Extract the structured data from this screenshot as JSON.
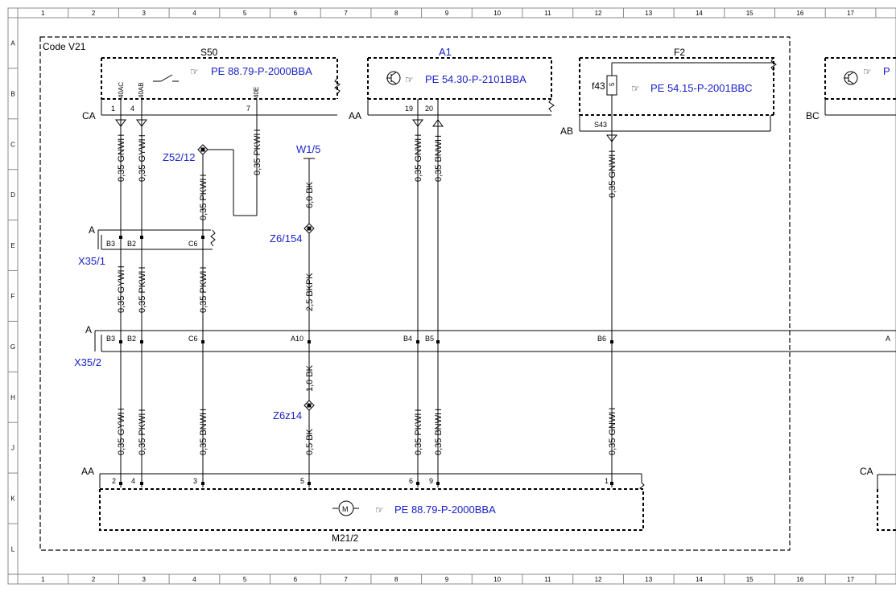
{
  "colors": {
    "line": "#000000",
    "ref": "#1a22c8",
    "frame": "#888888"
  },
  "grid": {
    "columns": [
      "1",
      "2",
      "3",
      "4",
      "5",
      "6",
      "7",
      "8",
      "9",
      "10",
      "11",
      "12",
      "13",
      "14",
      "15",
      "16",
      "17"
    ],
    "rows": [
      "A",
      "B",
      "C",
      "D",
      "E",
      "F",
      "G",
      "H",
      "J",
      "K",
      "L"
    ]
  },
  "code_label": "Code V21",
  "s50": {
    "name": "S50",
    "ref": "PE 88.79-P-2000BBA",
    "pins": [
      "1",
      "4",
      "7"
    ],
    "pin_tags": [
      "40AC",
      "40AB",
      "40E"
    ]
  },
  "a1": {
    "name": "A1",
    "ref": "PE 54.30-P-2101BBA",
    "pins": [
      "19",
      "20"
    ]
  },
  "f2": {
    "name": "F2",
    "ref": "PE 54.15-P-2001BBC",
    "fuse": "f43",
    "fuse_value": "5",
    "pin": "S43"
  },
  "right_box": {
    "ref": "P"
  },
  "m21": {
    "name": "M21/2",
    "ref": "PE 88.79-P-2000BBA",
    "pins": [
      "2",
      "4",
      "3",
      "5",
      "6",
      "9",
      "1"
    ]
  },
  "side_labels": {
    "ca": "CA",
    "aa": "AA",
    "ab": "AB",
    "bc": "BC",
    "a": "A",
    "aa_bottom": "AA",
    "ca_right": "CA"
  },
  "connectors": {
    "x35_1": {
      "name": "X35/1",
      "pins": [
        "B3",
        "B2",
        "C6"
      ]
    },
    "x35_2": {
      "name": "X35/2",
      "pins": [
        "B3",
        "B2",
        "C6",
        "A10",
        "B4",
        "B5",
        "B6",
        "A"
      ]
    }
  },
  "nodes": {
    "z52": "Z52/12",
    "w1": "W1/5",
    "z6_154": "Z6/154",
    "z6z14": "Z6z14"
  },
  "wires": {
    "w1_top": "0,35 GNWH",
    "w2_top": "0,35 GYWH",
    "z52_down": "0,35 PKWH",
    "s50_7": "0,35 PKWH",
    "w1_gnd": "6,0 BK",
    "a1_19": "0,35 GNWH",
    "a1_20": "0,35 BNWH",
    "f2_out": "0,35 GNWH",
    "w1_mid": "0,35 GYWH",
    "w2_mid": "0,35 PKWH",
    "c6_mid": "0,35 PKWH",
    "z6_mid": "2,5 BKPK",
    "z6z_up": "1,0 BK",
    "w1_bot": "0,35 GYWH",
    "w2_bot": "0,35 PKWH",
    "c6_bot": "0,35 BNWH",
    "z6z_bot": "0,5 BK",
    "b4_bot": "0,35 PKWH",
    "b5_bot": "0,35 BNWH",
    "b6_bot": "0,35 GNWH"
  }
}
